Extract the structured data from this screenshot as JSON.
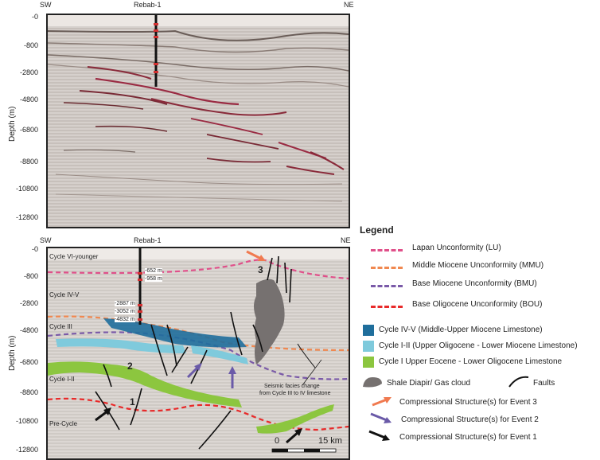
{
  "top_panel": {
    "sw": "SW",
    "ne": "NE",
    "well": "Rebab-1",
    "ylabel": "Depth (m)",
    "yticks": [
      "-0",
      "-800",
      "-2800",
      "-4800",
      "-6800",
      "-8800",
      "-10800",
      "-12800"
    ]
  },
  "bottom_panel": {
    "sw": "SW",
    "ne": "NE",
    "well": "Rebab-1",
    "ylabel": "Depth (m)",
    "yticks": [
      "-0",
      "-800",
      "-2800",
      "-4800",
      "-6800",
      "-8800",
      "-10800",
      "-12800"
    ],
    "cycles": [
      "Cycle VI-younger",
      "Cycle IV-V",
      "Cycle III",
      "Cycle I-II",
      "Pre-Cycle"
    ],
    "depths_top": [
      "-652 m",
      "-958 m"
    ],
    "depths_bottom": [
      "-2887 m",
      "-3052 m",
      "-4832 m"
    ],
    "numbers": [
      "1",
      "2",
      "3"
    ],
    "annotation_line1": "Seismic facies change",
    "annotation_line2": "from Cycle III to IV limestone",
    "scale_zero": "0",
    "scale_km": "15 km"
  },
  "legend": {
    "title": "Legend",
    "unconformities": [
      {
        "label": "Lapan Unconformity (LU)",
        "color": "#e0508a"
      },
      {
        "label": "Middle Miocene Unconformity (MMU)",
        "color": "#f08850"
      },
      {
        "label": "Base Miocene Unconformity (BMU)",
        "color": "#7a5aa8"
      },
      {
        "label": "Base Oligocene Unconformity (BOU)",
        "color": "#e82a2a"
      }
    ],
    "units": [
      {
        "label": "Cycle IV-V (Middle-Upper Miocene Limestone)",
        "color": "#1f6e9c"
      },
      {
        "label": "Cycle I-II (Upper Oligocene - Lower Miocene Limestone)",
        "color": "#7fcadc"
      },
      {
        "label": "Cycle I Upper Eocene - Lower Oligocene Limestone",
        "color": "#8cc63f"
      }
    ],
    "shale_label": "Shale Diapir/ Gas cloud",
    "faults_label": "Faults",
    "arrows": [
      {
        "label": "Compressional Structure(s) for Event 3",
        "color": "#f07a50"
      },
      {
        "label": "Compressional Structure(s) for Event 2",
        "color": "#6a5aa8"
      },
      {
        "label": "Compressional Structure(s) for Event 1",
        "color": "#111111"
      }
    ]
  }
}
